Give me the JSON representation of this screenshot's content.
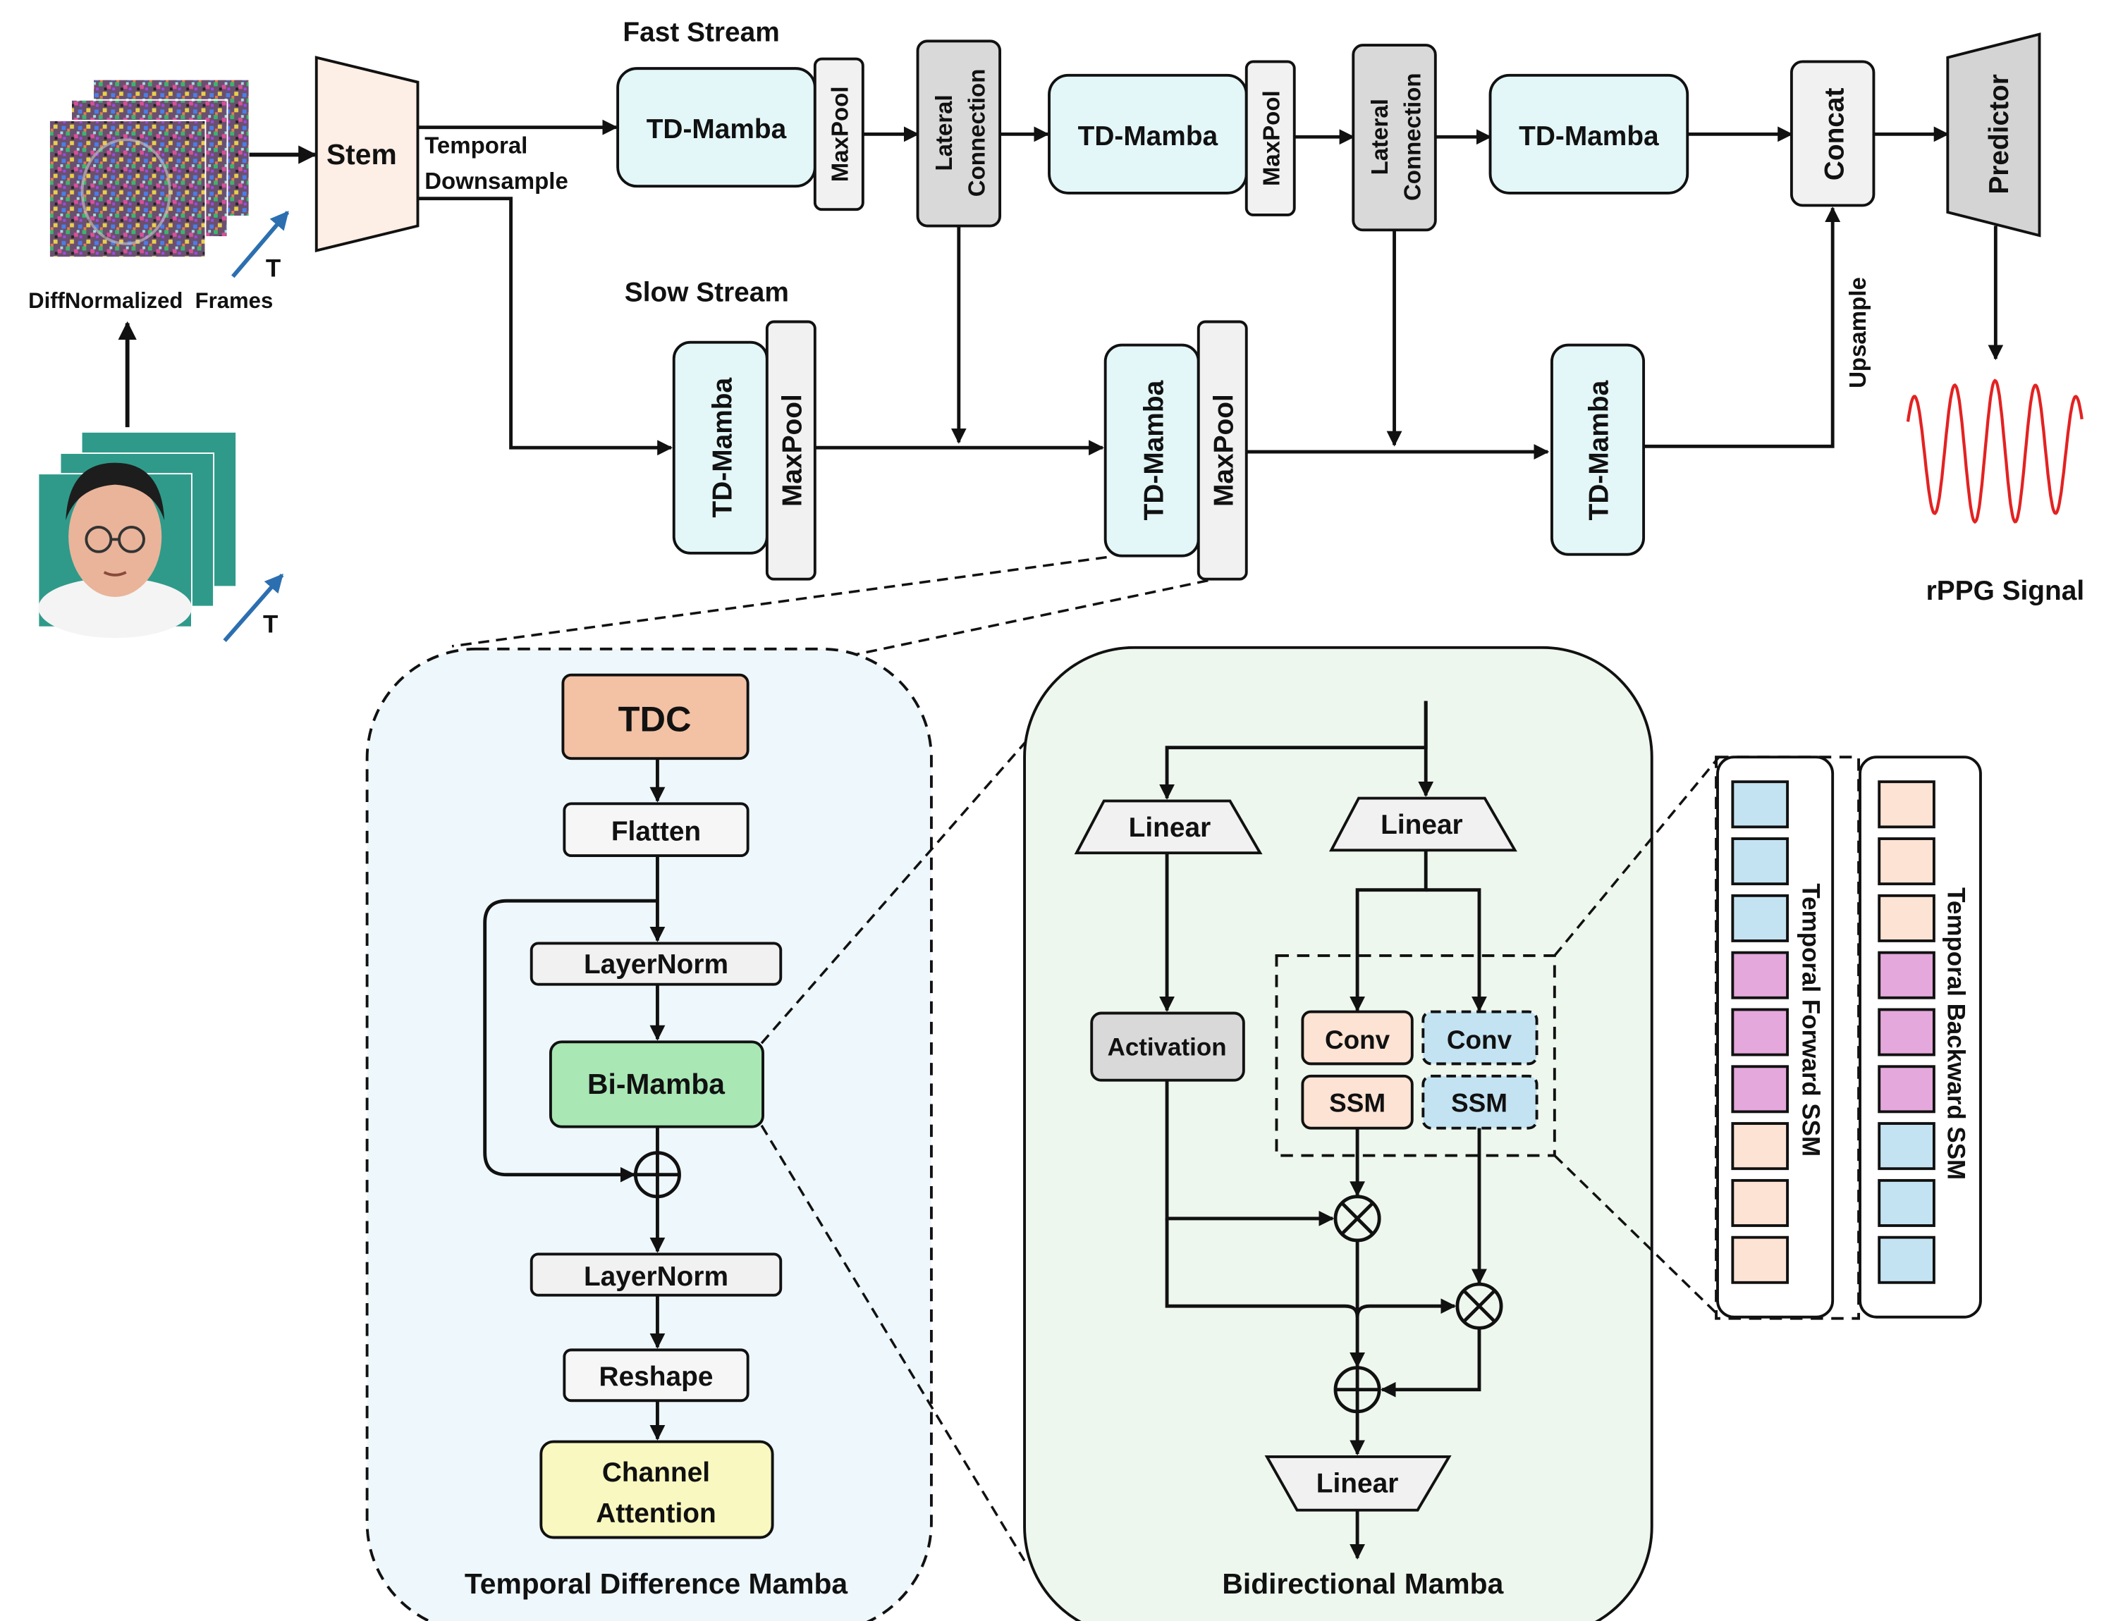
{
  "header": {
    "fast_stream": "Fast Stream",
    "slow_stream": "Slow Stream"
  },
  "input": {
    "frames_label": "DiffNormalized  Frames",
    "time_label": "T",
    "stem": "Stem",
    "temporal_downsample_line1": "Temporal",
    "temporal_downsample_line2": "Downsample"
  },
  "fast": {
    "td_mamba": "TD-Mamba",
    "maxpool": "MaxPool",
    "lateral_line1": "Lateral",
    "lateral_line2": "Connection",
    "concat": "Concat",
    "predictor": "Predictor"
  },
  "slow": {
    "td_mamba": "TD-Mamba",
    "maxpool": "MaxPool",
    "upsample": "Upsample"
  },
  "output": {
    "signal_label": "rPPG Signal"
  },
  "tdm": {
    "title": "Temporal Difference Mamba",
    "tdc": "TDC",
    "flatten": "Flatten",
    "layernorm1": "LayerNorm",
    "bimamba": "Bi-Mamba",
    "layernorm2": "LayerNorm",
    "reshape": "Reshape",
    "channel_attention_line1": "Channel",
    "channel_attention_line2": "Attention"
  },
  "bim": {
    "title": "Bidirectional Mamba",
    "linear_left": "Linear",
    "linear_right": "Linear",
    "activation": "Activation",
    "conv_forward": "Conv",
    "conv_backward": "Conv",
    "ssm_forward": "SSM",
    "ssm_backward": "SSM",
    "linear_out": "Linear"
  },
  "ssm_detail": {
    "forward_label": "Temporal Forward SSM",
    "backward_label": "Temporal Backward SSM"
  },
  "colors": {
    "td_mamba_fill": "#e3f6f8",
    "peach": "#fde3d4",
    "blue": "#c4e3f2",
    "pink": "#e4a8dc",
    "tdc": "#f3c1a4",
    "bimamba": "#a9e7b5",
    "channel_attention": "#f8f8c0",
    "gray": "#d9d9d9",
    "light_gray": "#f1f1f1",
    "tdm_panel": "#eef7fb",
    "bim_panel": "#eef7ee",
    "signal": "#e32222",
    "time_arrow": "#2c6fb0"
  }
}
